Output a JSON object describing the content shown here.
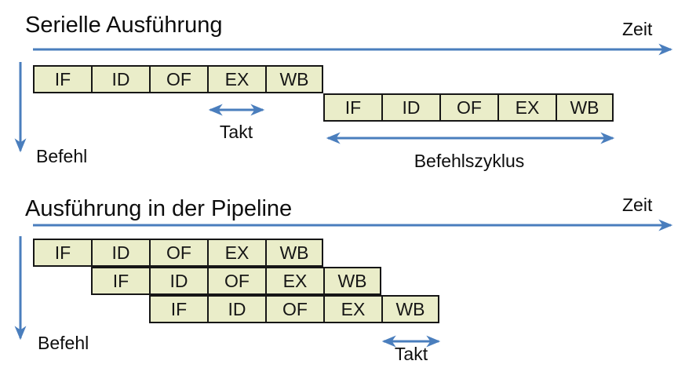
{
  "colors": {
    "arrow_blue": "#4a7ebd",
    "box_fill": "#eaedc9",
    "box_border": "#161616"
  },
  "sections": [
    {
      "title": "Serielle Ausführung",
      "time_label": "Zeit",
      "instruction_label": "Befehl",
      "clock_label": "Takt",
      "cycle_label": "Befehlszyklus",
      "rows": [
        {
          "cells": [
            "IF",
            "ID",
            "OF",
            "EX",
            "WB"
          ]
        },
        {
          "cells": [
            "IF",
            "ID",
            "OF",
            "EX",
            "WB"
          ]
        }
      ]
    },
    {
      "title": "Ausführung in der Pipeline",
      "time_label": "Zeit",
      "instruction_label": "Befehl",
      "clock_label": "Takt",
      "rows": [
        {
          "cells": [
            "IF",
            "ID",
            "OF",
            "EX",
            "WB"
          ]
        },
        {
          "cells": [
            "IF",
            "ID",
            "OF",
            "EX",
            "WB"
          ]
        },
        {
          "cells": [
            "IF",
            "ID",
            "OF",
            "EX",
            "WB"
          ]
        }
      ]
    }
  ]
}
